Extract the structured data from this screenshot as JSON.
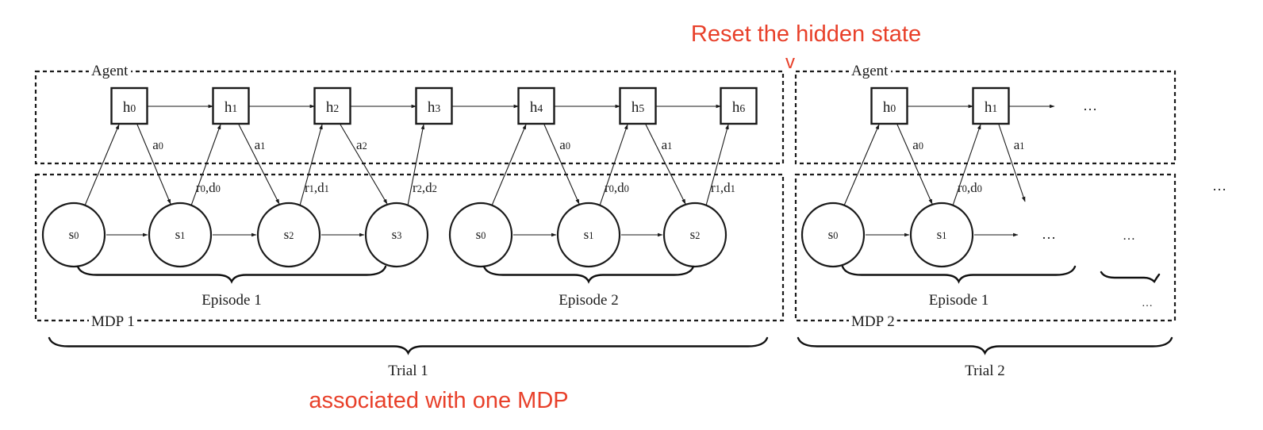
{
  "annotations": {
    "reset": "Reset the hidden state",
    "reset_marker": "v",
    "trial_note": "associated with one MDP",
    "color": "#e8402a"
  },
  "trials": [
    {
      "label": "Trial 1",
      "agent_label": "Agent",
      "mdp_label": "MDP 1",
      "hidden_states": [
        "h",
        "h",
        "h",
        "h",
        "h",
        "h",
        "h"
      ],
      "hidden_subscripts": [
        "0",
        "1",
        "2",
        "3",
        "4",
        "5",
        "6"
      ],
      "hidden_trailing": "",
      "states_subscripts": [
        "0",
        "1",
        "2",
        "3",
        "0",
        "1",
        "2"
      ],
      "state_base": "s",
      "actions": [
        {
          "base": "a",
          "sub": "0"
        },
        {
          "base": "a",
          "sub": "1"
        },
        {
          "base": "a",
          "sub": "2"
        },
        {
          "base": "a",
          "sub": "0"
        },
        {
          "base": "a",
          "sub": "1"
        }
      ],
      "rewards": [
        {
          "r": "0",
          "d": "0"
        },
        {
          "r": "1",
          "d": "1"
        },
        {
          "r": "2",
          "d": "2"
        },
        {
          "r": "0",
          "d": "0"
        },
        {
          "r": "1",
          "d": "1"
        }
      ],
      "episodes": [
        "Episode 1",
        "Episode 2"
      ]
    },
    {
      "label": "Trial 2",
      "agent_label": "Agent",
      "mdp_label": "MDP 2",
      "hidden_states": [
        "h",
        "h"
      ],
      "hidden_subscripts": [
        "0",
        "1"
      ],
      "hidden_trailing": "…",
      "states_subscripts": [
        "0",
        "1"
      ],
      "state_base": "s",
      "state_trailing": "…",
      "actions": [
        {
          "base": "a",
          "sub": "0"
        },
        {
          "base": "a",
          "sub": "1"
        }
      ],
      "rewards": [
        {
          "r": "0",
          "d": "0"
        }
      ],
      "episodes": [
        "Episode 1"
      ],
      "more_episodes": "…",
      "more_states": "…",
      "more_label": "…"
    }
  ],
  "outside_ellipsis": "…"
}
